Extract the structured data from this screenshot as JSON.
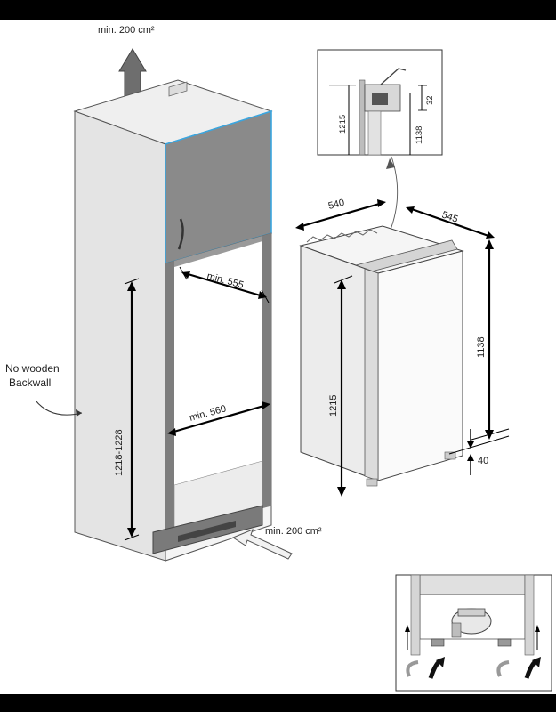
{
  "labels": {
    "top_vent": "min. 200 cm²",
    "bottom_vent": "min. 200 cm²",
    "backwall_line1": "No wooden",
    "backwall_line2": "Backwall",
    "niche_depth": "min. 555",
    "niche_width": "min. 560",
    "niche_height": "1218-1228"
  },
  "appliance": {
    "width": "540",
    "depth": "545",
    "height_total": "1215",
    "height_body": "1138",
    "foot": "40"
  },
  "detail": {
    "h1": "1215",
    "h2": "1138",
    "gap": "32"
  },
  "colors": {
    "niche_door": "#8a8a8a",
    "niche_door_edge": "#3aa6e0",
    "cabinet": "#e6e6e6",
    "frame": "#6b6b6b",
    "plinth": "#7a7a7a"
  }
}
